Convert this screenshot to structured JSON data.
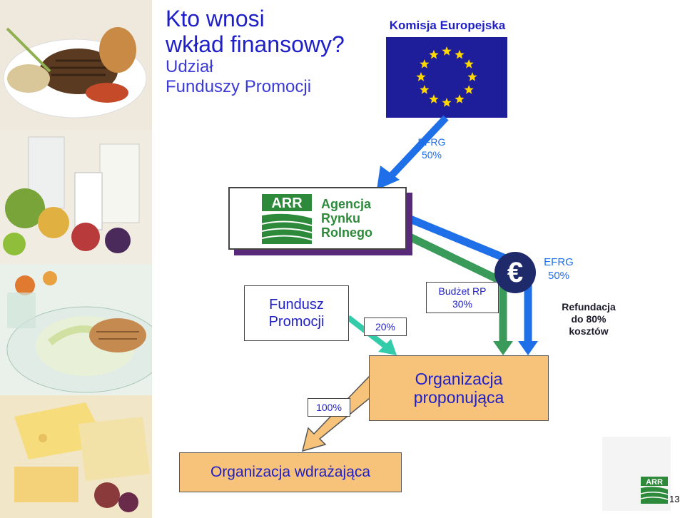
{
  "title": {
    "line1": "Kto wnosi",
    "line2": "wkład finansowy?",
    "line3": "Udział",
    "line4": "Funduszy Promocji"
  },
  "eu": {
    "label": "Komisja Europejska",
    "icon": "eu-flag-icon"
  },
  "efrg_top": {
    "line1": "EFRG",
    "line2": "50%"
  },
  "arr": {
    "logo_text": "ARR",
    "line1": "Agencja",
    "line2": "Rynku",
    "line3": "Rolnego"
  },
  "fundusz": {
    "line1": "Fundusz",
    "line2": "Promocji"
  },
  "pct_20": "20%",
  "budzet": {
    "line1": "Budżet RP",
    "line2": "30%"
  },
  "euro_symbol": "€",
  "efrg_right": {
    "line1": "EFRG",
    "line2": "50%"
  },
  "refundacja": {
    "line1": "Refundacja",
    "line2": "do 80%",
    "line3": "kosztów"
  },
  "organizacja_proponujaca": {
    "line1": "Organizacja",
    "line2": "proponująca"
  },
  "pct_100": "100%",
  "organizacja_wdrazajaca": "Organizacja wdrażająca",
  "footer_logo_text": "ARR",
  "page_number": "13",
  "colors": {
    "title": "#1f1fc8",
    "blue_arrow": "#1f6fe8",
    "green_arrow": "#3a9a5a",
    "teal_arrow": "#33ccaa",
    "orange_box": "#f7c37a",
    "arr_shadow": "#5a2a7a",
    "eu_blue": "#1e1e9a",
    "eu_star": "#ffd800"
  }
}
